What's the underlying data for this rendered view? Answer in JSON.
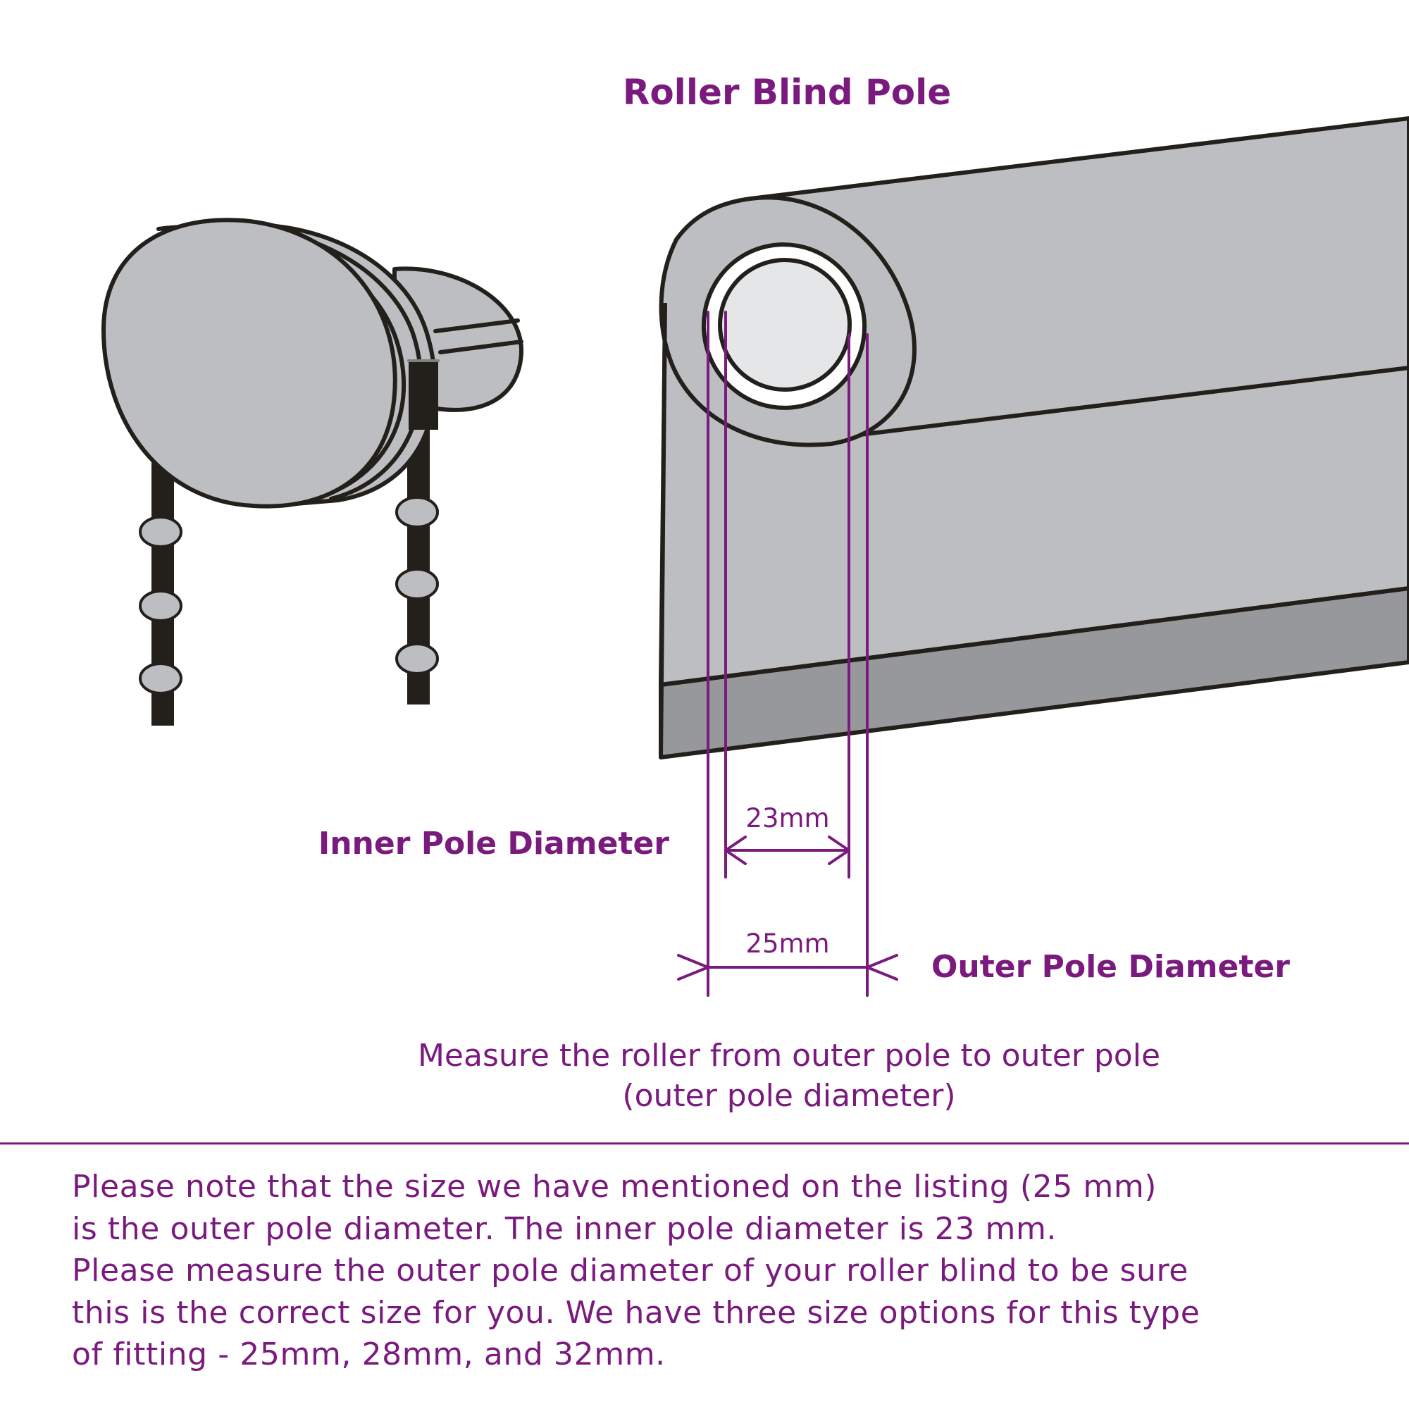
{
  "title": "Roller Blind Pole",
  "labels": {
    "inner": "Inner Pole Diameter",
    "outer": "Outer Pole Diameter",
    "inner_value": "23mm",
    "outer_value": "25mm"
  },
  "instruction": {
    "line1": "Measure the roller from outer pole to outer pole",
    "line2": "(outer pole diameter)"
  },
  "note": {
    "lines": [
      "Please note that the size we have mentioned on the listing (25 mm)",
      "is the outer pole diameter. The inner pole diameter is 23 mm.",
      "Please measure the outer pole diameter of your roller blind to be sure",
      "this is the correct size for you. We have three size options for this type",
      "of fitting - 25mm, 28mm, and 32mm."
    ]
  },
  "colors": {
    "accent": "#7a1a7e",
    "outline": "#231f1a",
    "pole_fill": "#bdbec1",
    "shadow_fill": "#97989b",
    "cap_fill": "#e5e6e8"
  }
}
